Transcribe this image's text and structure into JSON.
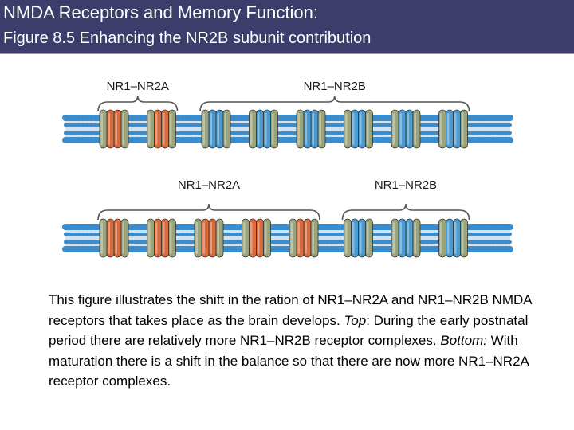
{
  "header": {
    "title": "NMDA Receptors and Memory Function:",
    "subtitle": "Figure 8.5  Enhancing the NR2B subunit contribution"
  },
  "figure": {
    "top_panel": {
      "groups": [
        {
          "label": "NR1–NR2A",
          "receptors": [
            "NR2A",
            "NR2A"
          ]
        },
        {
          "label": "NR1–NR2B",
          "receptors": [
            "NR2B",
            "NR2B",
            "NR2B",
            "NR2B",
            "NR2B",
            "NR2B"
          ]
        }
      ]
    },
    "bottom_panel": {
      "groups": [
        {
          "label": "NR1–NR2A",
          "receptors": [
            "NR2A",
            "NR2A",
            "NR2A",
            "NR2A",
            "NR2A"
          ]
        },
        {
          "label": "NR1–NR2B",
          "receptors": [
            "NR2B",
            "NR2B",
            "NR2B"
          ]
        }
      ]
    },
    "colors": {
      "membrane": "#3a8ccc",
      "nr1": "#9aa47a",
      "nr2a": "#d96a3c",
      "nr2b": "#4a9ad0",
      "bracket": "#555555"
    }
  },
  "caption": {
    "intro": "This figure illustrates the shift in the ration of NR1–NR2A and NR1–NR2B NMDA receptors that takes place as the brain develops. ",
    "top_label": "Top",
    "top_text": ": During the early postnatal period there are relatively more NR1–NR2B receptor complexes. ",
    "bottom_label": "Bottom:",
    "bottom_text": " With maturation there is a shift in the balance so that there are now more NR1–NR2A receptor complexes."
  }
}
